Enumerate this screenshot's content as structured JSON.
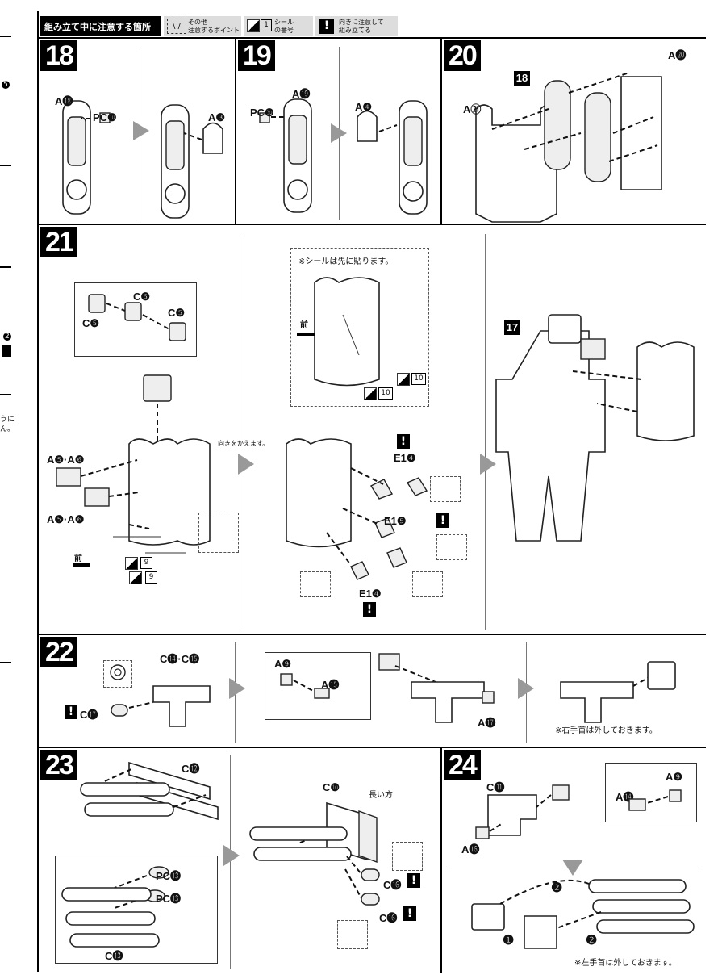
{
  "header": {
    "title": "組み立て中に注意する箇所",
    "legend_other_l1": "その他",
    "legend_other_l2": "注意するポイント",
    "legend_seal_num": "1",
    "legend_seal_l1": "シール",
    "legend_seal_l2": "の番号",
    "legend_dir_l1": "向きに注意して",
    "legend_dir_l2": "組み立てる"
  },
  "left_strip": {
    "text_l1": "うに",
    "text_l2": "ん。",
    "badge": "5",
    "badge2": "2"
  },
  "steps": {
    "s18": {
      "num": "18",
      "a18": "A⓲",
      "pc10": "PC❿",
      "a3": "A❸"
    },
    "s19": {
      "num": "19",
      "a19": "A⓳",
      "pc10": "PC❿",
      "a4": "A❹"
    },
    "s20": {
      "num": "20",
      "ref18": "18",
      "a20": "A⓴",
      "a21": "A㉑"
    },
    "s21": {
      "num": "21",
      "c6": "C❻",
      "c5a": "C❺",
      "c5b": "C❺",
      "a56a": "A❺·A❻",
      "a56b": "A❺·A❻",
      "front": "前",
      "seal9a": "9",
      "seal9b": "9",
      "turn": "向きをかえます。",
      "note_seal": "※シールは先に貼ります。",
      "front2": "前",
      "seal10a": "10",
      "seal10b": "10",
      "e14a": "E1❹",
      "e15": "E1❺",
      "e14b": "E1❹",
      "ref17": "17"
    },
    "s22": {
      "num": "22",
      "c1415": "C⓮·C⓯",
      "c17": "C⓱",
      "a9": "A❾",
      "a15": "A⓯",
      "a17": "A⓱",
      "note": "※右手首は外しておきます。"
    },
    "s23": {
      "num": "23",
      "c12": "C⓬",
      "pc13a": "PC⓭",
      "pc13b": "PC⓭",
      "c13": "C⓭",
      "c10": "C❿",
      "long": "長い方",
      "c16a": "C⓰",
      "c16b": "C⓰"
    },
    "s24": {
      "num": "24",
      "c11": "C⓫",
      "a9": "A❾",
      "a14": "A⓮",
      "a16": "A⓰",
      "n2a": "❷",
      "n1": "❶",
      "n2b": "❷",
      "note": "※左手首は外しておきます。"
    }
  }
}
